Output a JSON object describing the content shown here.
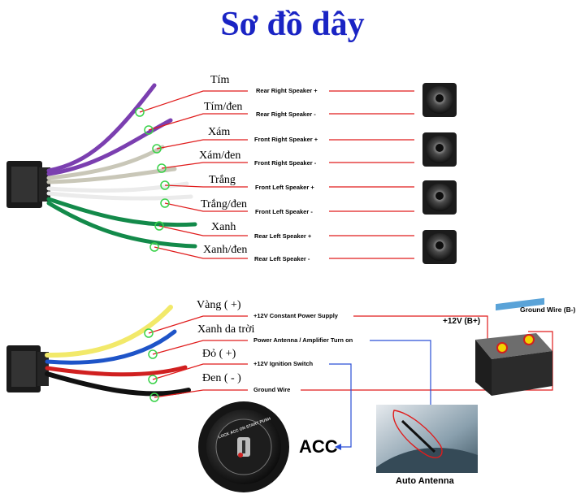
{
  "title": "Sơ đồ dây",
  "top_section": {
    "wire_labels": [
      "Tím",
      "Tím/đen",
      "Xám",
      "Xám/đen",
      "Trắng",
      "Trắng/đen",
      "Xanh",
      "Xanh/đen"
    ],
    "signal_labels": [
      "Rear Right Speaker +",
      "Rear Right Speaker -",
      "Front Right Speaker +",
      "Front Right Speaker -",
      "Front Left Speaker +",
      "Front Left Speaker -",
      "Rear Left Speaker +",
      "Rear Left Speaker -"
    ]
  },
  "bottom_section": {
    "wire_labels": [
      "Vàng ( +)",
      "Xanh da trời",
      "Đỏ ( +)",
      "Đen ( - )"
    ],
    "signal_labels": [
      "+12V Constant Power Supply",
      "Power Antenna / Amplifier Turn on",
      "+12V  Ignition Switch",
      "Ground Wire"
    ],
    "battery_label": "+12V  (B+)",
    "ground_label": "Ground Wire (B-)",
    "acc_label": "ACC",
    "antenna_label": "Auto Antenna",
    "key_text": "LOCK  ACC  ON  START  PUSH"
  },
  "colors": {
    "title": "#1a24c4",
    "purple": "#7b3fb0",
    "grey": "#c9c7b8",
    "white_wire": "#ebebeb",
    "green": "#138a4a",
    "yellow": "#f2e96a",
    "blue": "#1e54c8",
    "red": "#d02020",
    "black": "#111111",
    "callout": "#e01c1c",
    "link": "#2a4fd6"
  },
  "icons": [
    "speaker-icon",
    "car-battery-icon",
    "ignition-key-icon",
    "antenna-photo-icon",
    "wire-connector-icon"
  ]
}
